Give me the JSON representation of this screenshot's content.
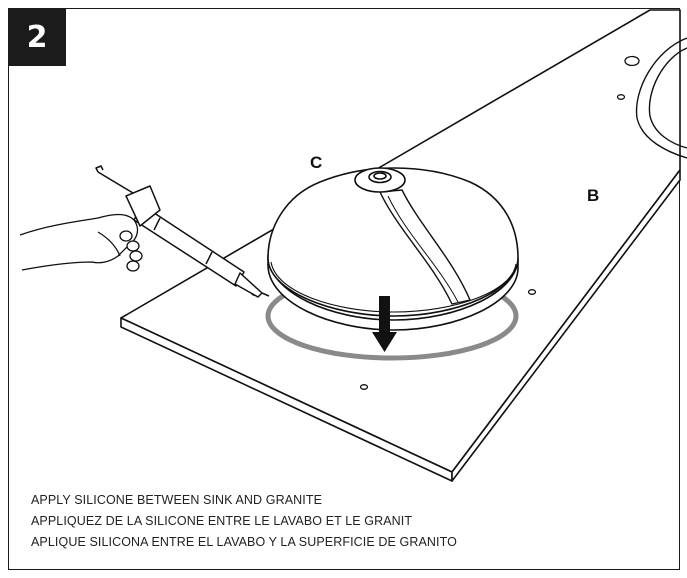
{
  "step": {
    "number": "2"
  },
  "callouts": {
    "sink": "C",
    "countertop": "B"
  },
  "instructions": {
    "en": "APPLY SILICONE BETWEEN SINK AND GRANITE",
    "fr": "APPLIQUEZ DE LA SILICONE ENTRE LE LAVABO ET LE GRANIT",
    "es": "APLIQUE SILICONA ENTRE EL LAVABO Y LA SUPERFICIE DE GRANITO"
  },
  "colors": {
    "line": "#111111",
    "silicone_bead": "#8a8a8a",
    "badge": "#1b1b1b"
  }
}
